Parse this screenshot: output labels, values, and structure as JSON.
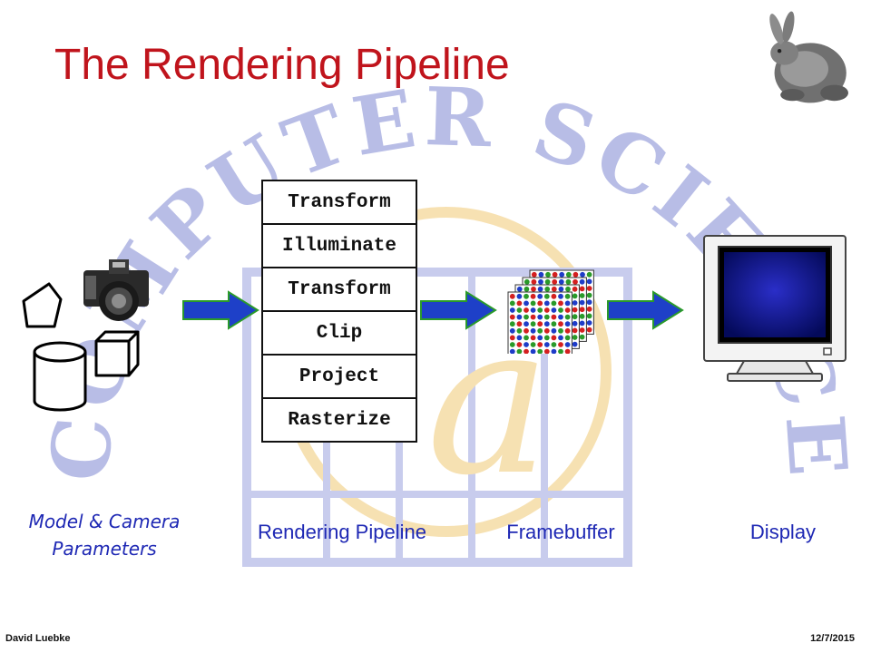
{
  "slide": {
    "title": "The Rendering Pipeline",
    "pipeline_stages": [
      "Transform",
      "Illuminate",
      "Transform",
      "Clip",
      "Project",
      "Rasterize"
    ],
    "captions": {
      "model_line1": "Model & Camera",
      "model_line2": "Parameters",
      "pipeline": "Rendering Pipeline",
      "framebuffer": "Framebuffer",
      "display": "Display"
    },
    "footer": {
      "author": "David Luebke",
      "date": "12/7/2015"
    }
  },
  "background_watermark": {
    "text": "COMPUTER SCIENCE",
    "color": "#b8bde6",
    "emblem_color": "#f6deaa"
  },
  "colors": {
    "title": "#c0141c",
    "caption": "#1e28b4",
    "arrow": "#1e40c8",
    "arrow_edge": "#2a9a2a"
  },
  "icons": [
    "pentagon-shape-icon",
    "camera-icon",
    "cylinder-shape-icon",
    "cube-shape-icon",
    "bunny-model-icon",
    "framebuffer-pixel-grid-icon",
    "crt-monitor-icon",
    "arrow-right-icon"
  ]
}
